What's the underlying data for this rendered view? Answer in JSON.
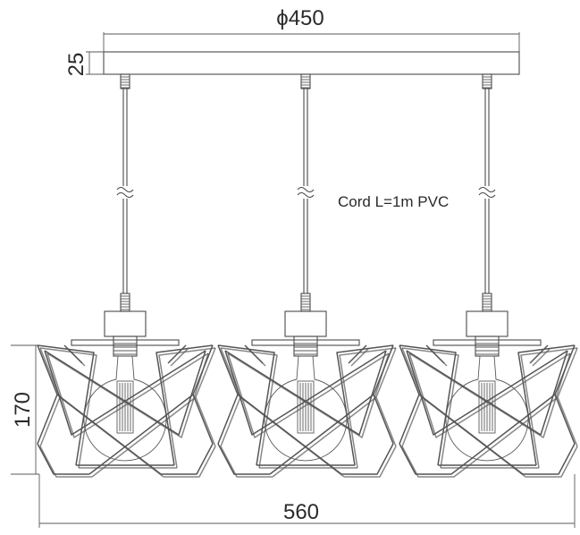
{
  "dimensions": {
    "canopy_diameter": "ϕ450",
    "canopy_height": "25",
    "shade_height": "170",
    "total_width": "560"
  },
  "annotations": {
    "cord": "Cord L=1m  PVC"
  },
  "pendants": [
    {
      "name": "pendant-left"
    },
    {
      "name": "pendant-middle"
    },
    {
      "name": "pendant-right"
    }
  ],
  "colors": {
    "line": "#4a4a4a",
    "background": "#ffffff"
  }
}
